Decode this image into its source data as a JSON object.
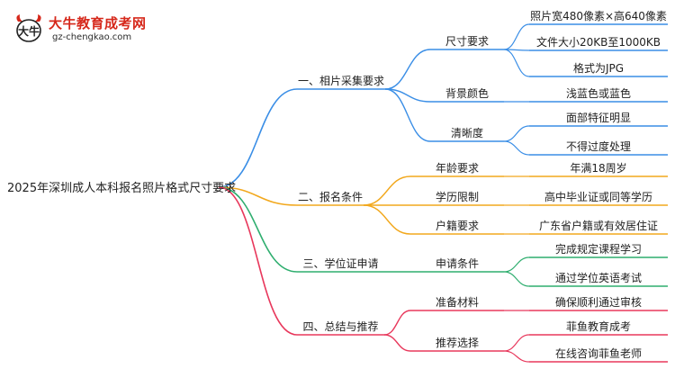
{
  "logo": {
    "title": "大牛教育成考网",
    "subtitle": "gz-chengkao.com",
    "mark_text": "大牛",
    "mark_color": "#d6281b"
  },
  "root": {
    "label": "2025年深圳成人本科报名照片格式尺寸要求"
  },
  "branches": [
    {
      "label": "一、相片采集要求",
      "color": "#3a8ee6",
      "children": [
        {
          "label": "尺寸要求",
          "children": [
            "照片宽480像素×高640像素",
            "文件大小20KB至1000KB",
            "格式为JPG"
          ]
        },
        {
          "label": "背景颜色",
          "children": [
            "浅蓝色或蓝色"
          ]
        },
        {
          "label": "清晰度",
          "children": [
            "面部特征明显",
            "不得过度处理"
          ]
        }
      ]
    },
    {
      "label": "二、报名条件",
      "color": "#f2a81d",
      "children": [
        {
          "label": "年龄要求",
          "children": [
            "年满18周岁"
          ]
        },
        {
          "label": "学历限制",
          "children": [
            "高中毕业证或同等学历"
          ]
        },
        {
          "label": "户籍要求",
          "children": [
            "广东省户籍或有效居住证"
          ]
        }
      ]
    },
    {
      "label": "三、学位证申请",
      "color": "#2fae6f",
      "children": [
        {
          "label": "申请条件",
          "children": [
            "完成规定课程学习",
            "通过学位英语考试"
          ]
        }
      ]
    },
    {
      "label": "四、总结与推荐",
      "color": "#e8385c",
      "children": [
        {
          "label": "准备材料",
          "children": [
            "确保顺利通过审核"
          ]
        },
        {
          "label": "推荐选择",
          "children": [
            "菲鱼教育成考",
            "在线咨询菲鱼老师"
          ]
        }
      ]
    }
  ]
}
